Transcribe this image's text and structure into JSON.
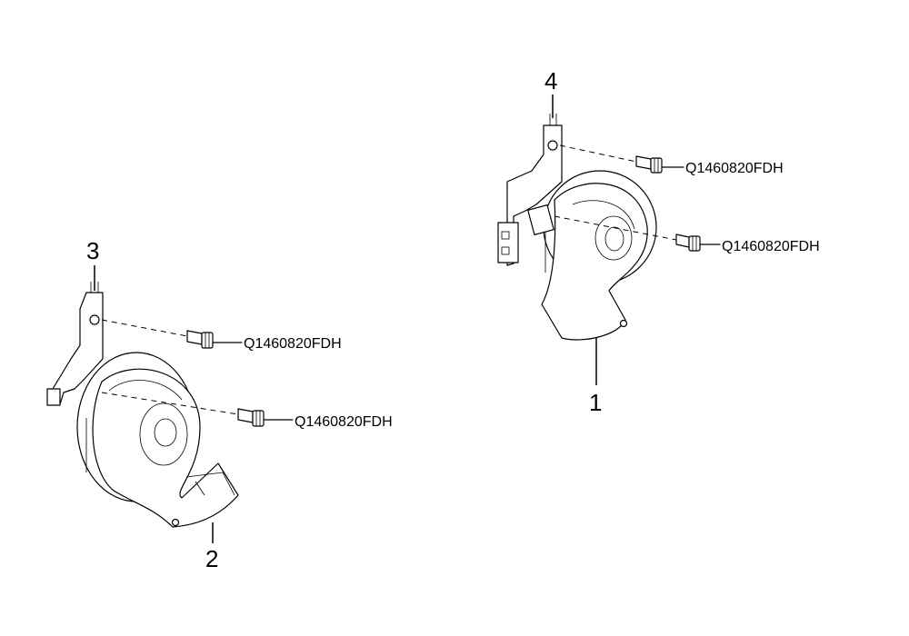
{
  "callouts": {
    "c1": "1",
    "c2": "2",
    "c3": "3",
    "c4": "4"
  },
  "fasteners": {
    "f_right_upper": "Q1460820FDH",
    "f_right_lower": "Q1460820FDH",
    "f_left_upper": "Q1460820FDH",
    "f_left_lower": "Q1460820FDH"
  }
}
